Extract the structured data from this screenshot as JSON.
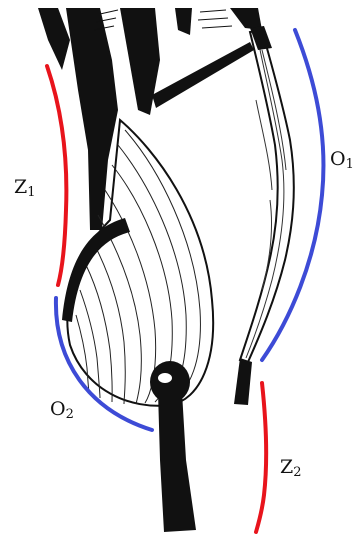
{
  "labels": {
    "z1": {
      "main": "Z",
      "sub": "1"
    },
    "o1": {
      "main": "O",
      "sub": "1"
    },
    "o2": {
      "main": "O",
      "sub": "2"
    },
    "z2": {
      "main": "Z",
      "sub": "2"
    }
  },
  "colors": {
    "red_arc": "#e8141c",
    "blue_arc": "#3d4bd6",
    "ink": "#111111",
    "background": "#ffffff"
  }
}
